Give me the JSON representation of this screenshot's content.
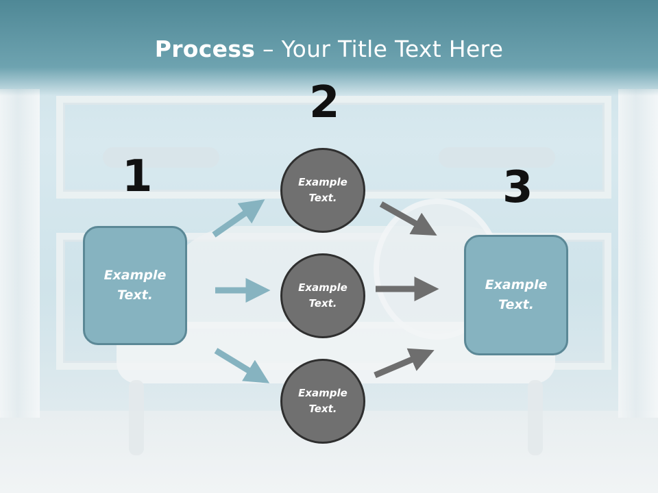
{
  "title": {
    "bold": "Process",
    "rest": " – Your Title Text Here"
  },
  "steps": {
    "one": "1",
    "two": "2",
    "three": "3"
  },
  "nodes": {
    "left": {
      "line1": "Example",
      "line2": "Text."
    },
    "top": {
      "line1": "Example",
      "line2": "Text."
    },
    "middle": {
      "line1": "Example",
      "line2": "Text."
    },
    "bottom": {
      "line1": "Example",
      "line2": "Text."
    },
    "right": {
      "line1": "Example",
      "line2": "Text."
    }
  },
  "colors": {
    "title_bar": "#5e96a3",
    "rect_fill": "#86b3c0",
    "rect_border": "#5b8896",
    "circle_fill": "#707070",
    "circle_border": "#2f2f2f",
    "arrow_in": "#86b3c0",
    "arrow_out": "#6e6e6e"
  }
}
